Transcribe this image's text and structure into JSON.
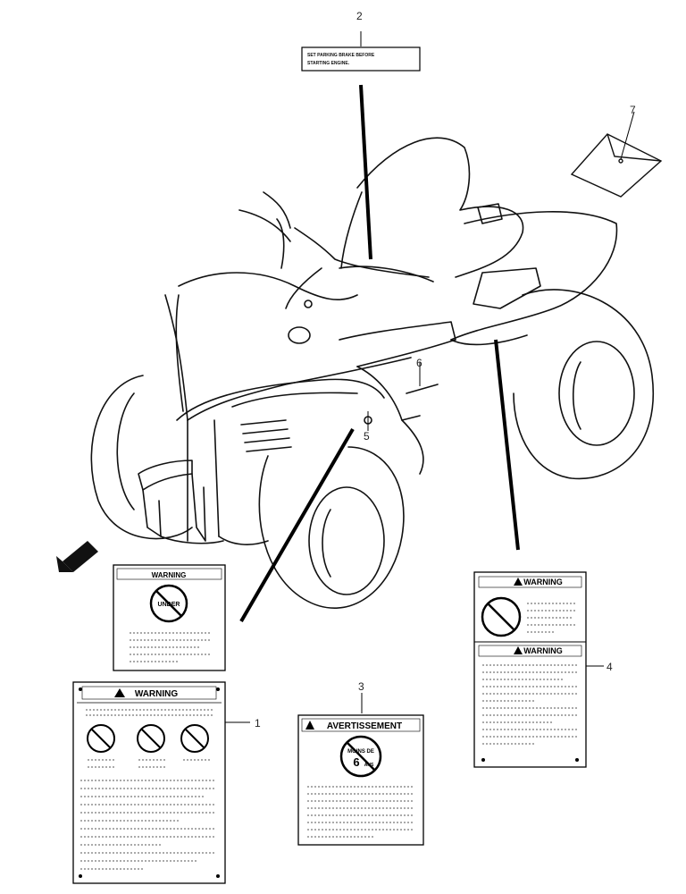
{
  "callouts": [
    "1",
    "2",
    "3",
    "4",
    "5",
    "6",
    "7"
  ],
  "label_2_text": [
    "SET PARKING BRAKE BEFORE",
    "STARTING ENGINE."
  ],
  "label_1": {
    "title_top": "WARNING",
    "title_main": "WARNING"
  },
  "label_3": {
    "title": "AVERTISSEMENT",
    "sign_top": "MOINS DE",
    "sign_number": "6",
    "sign_unit": "ANS"
  },
  "label_4": {
    "title_top": "WARNING",
    "title_bottom": "WARNING"
  },
  "top_sign_text": "UNDER"
}
